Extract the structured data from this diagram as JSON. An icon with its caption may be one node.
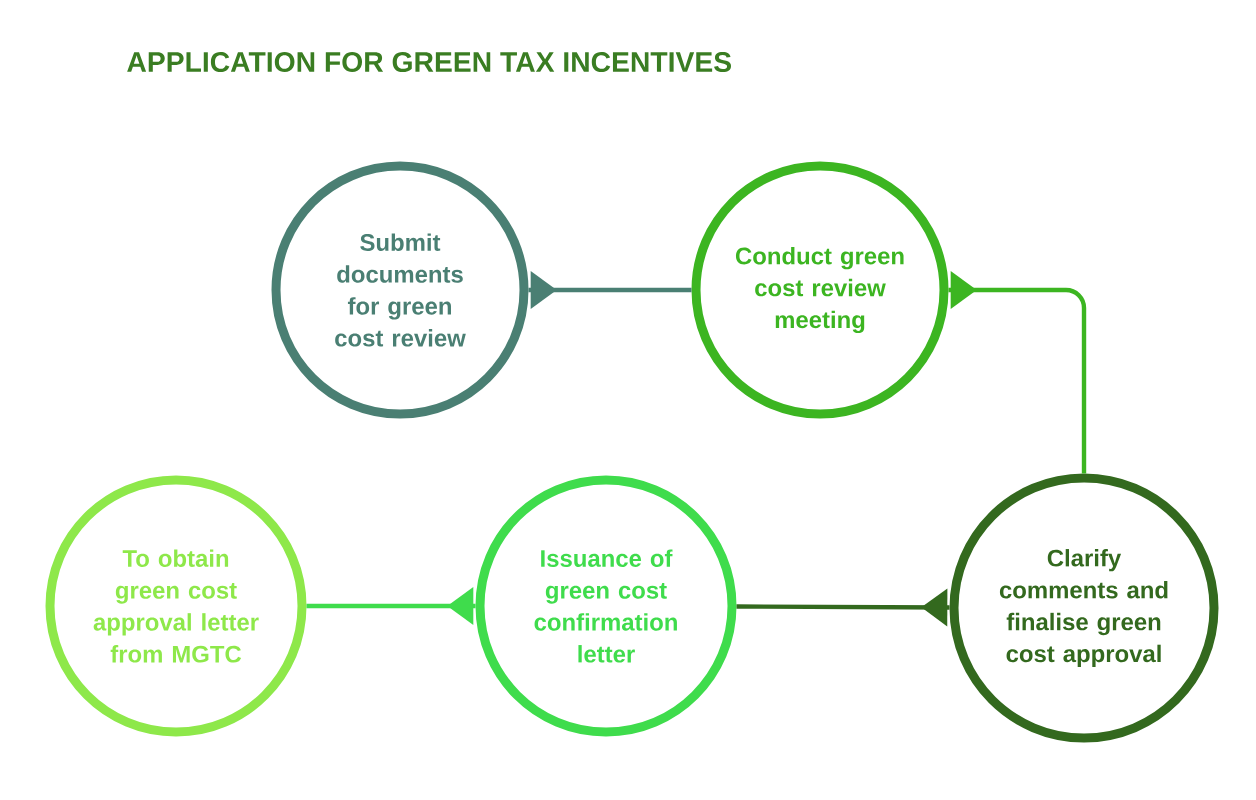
{
  "diagram": {
    "title": "APPLICATION FOR GREEN TAX INCENTIVES",
    "nodes": [
      {
        "text": [
          "Submit documents for green cost review"
        ]
      },
      {
        "text": [
          "Conduct green cost review meeting"
        ]
      },
      {
        "text": [
          "Clarify comments and finalise green cost approval"
        ]
      },
      {
        "text": [
          "Issuance of green cost confirmation letter"
        ]
      },
      {
        "text": [
          "To obtain green cost approval letter from MGTC"
        ]
      }
    ],
    "edges": [
      {
        "from": 0,
        "to": 1,
        "arrow": "to",
        "color": "#4a7f73"
      },
      {
        "from": 1,
        "to": 2,
        "arrow": "to",
        "color": "#3cb521"
      },
      {
        "from": 2,
        "to": 3,
        "arrow": "to",
        "color": "#33691e"
      },
      {
        "from": 3,
        "to": 4,
        "arrow": "to",
        "color": "#3fdc4c"
      }
    ]
  }
}
